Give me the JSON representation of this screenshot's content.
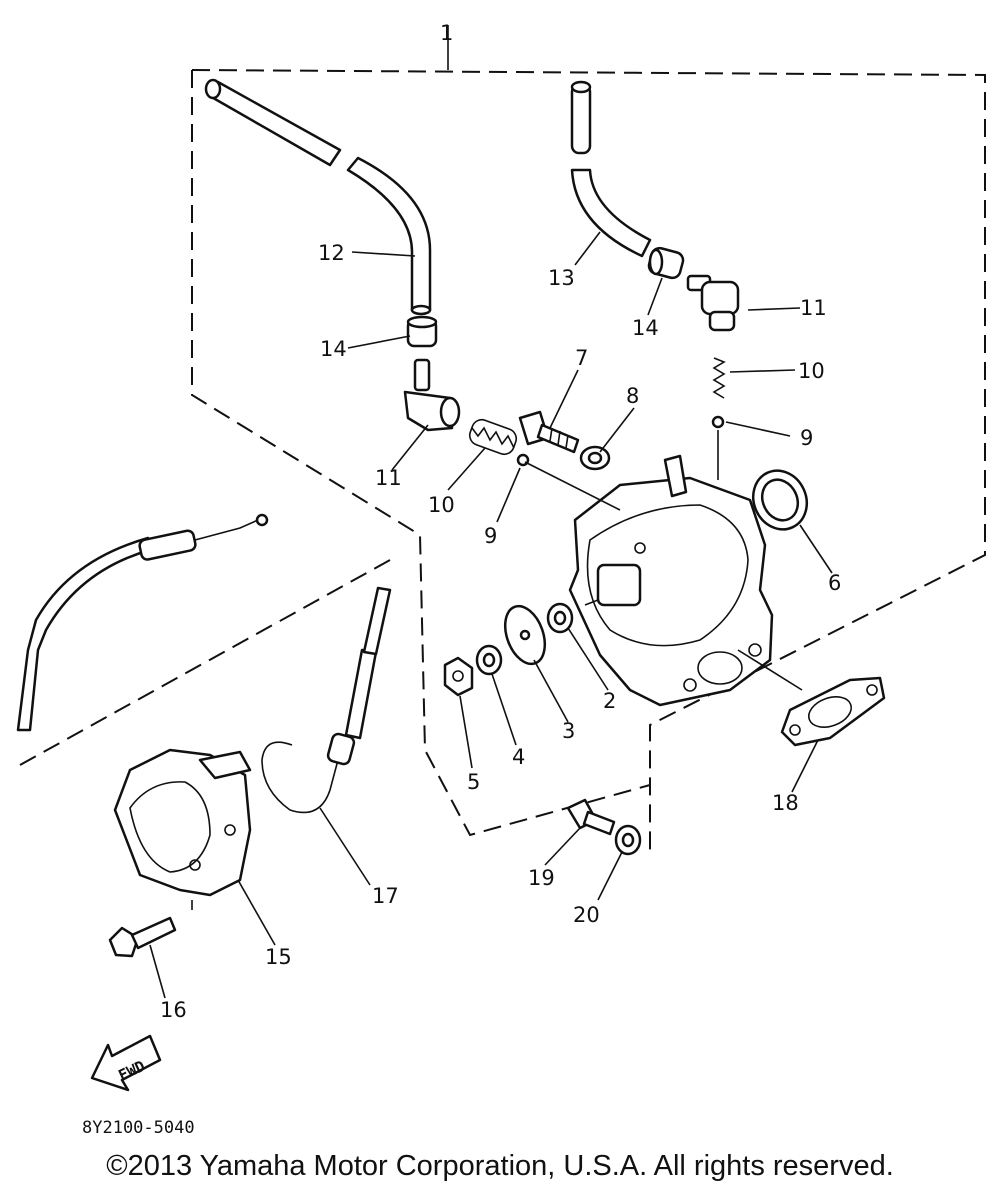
{
  "diagram": {
    "callouts": {
      "c1": "1",
      "c2": "2",
      "c3": "3",
      "c4": "4",
      "c5": "5",
      "c6": "6",
      "c7": "7",
      "c8": "8",
      "c9a": "9",
      "c9b": "9",
      "c10a": "10",
      "c10b": "10",
      "c11a": "11",
      "c11b": "11",
      "c12": "12",
      "c13": "13",
      "c14a": "14",
      "c14b": "14",
      "c15": "15",
      "c16": "16",
      "c17": "17",
      "c18": "18",
      "c19": "19",
      "c20": "20"
    },
    "fwd_label": "FWD",
    "diagram_code": "8Y2100-5040"
  },
  "footer": {
    "copyright": "©2013 Yamaha Motor Corporation, U.S.A. All rights reserved."
  }
}
